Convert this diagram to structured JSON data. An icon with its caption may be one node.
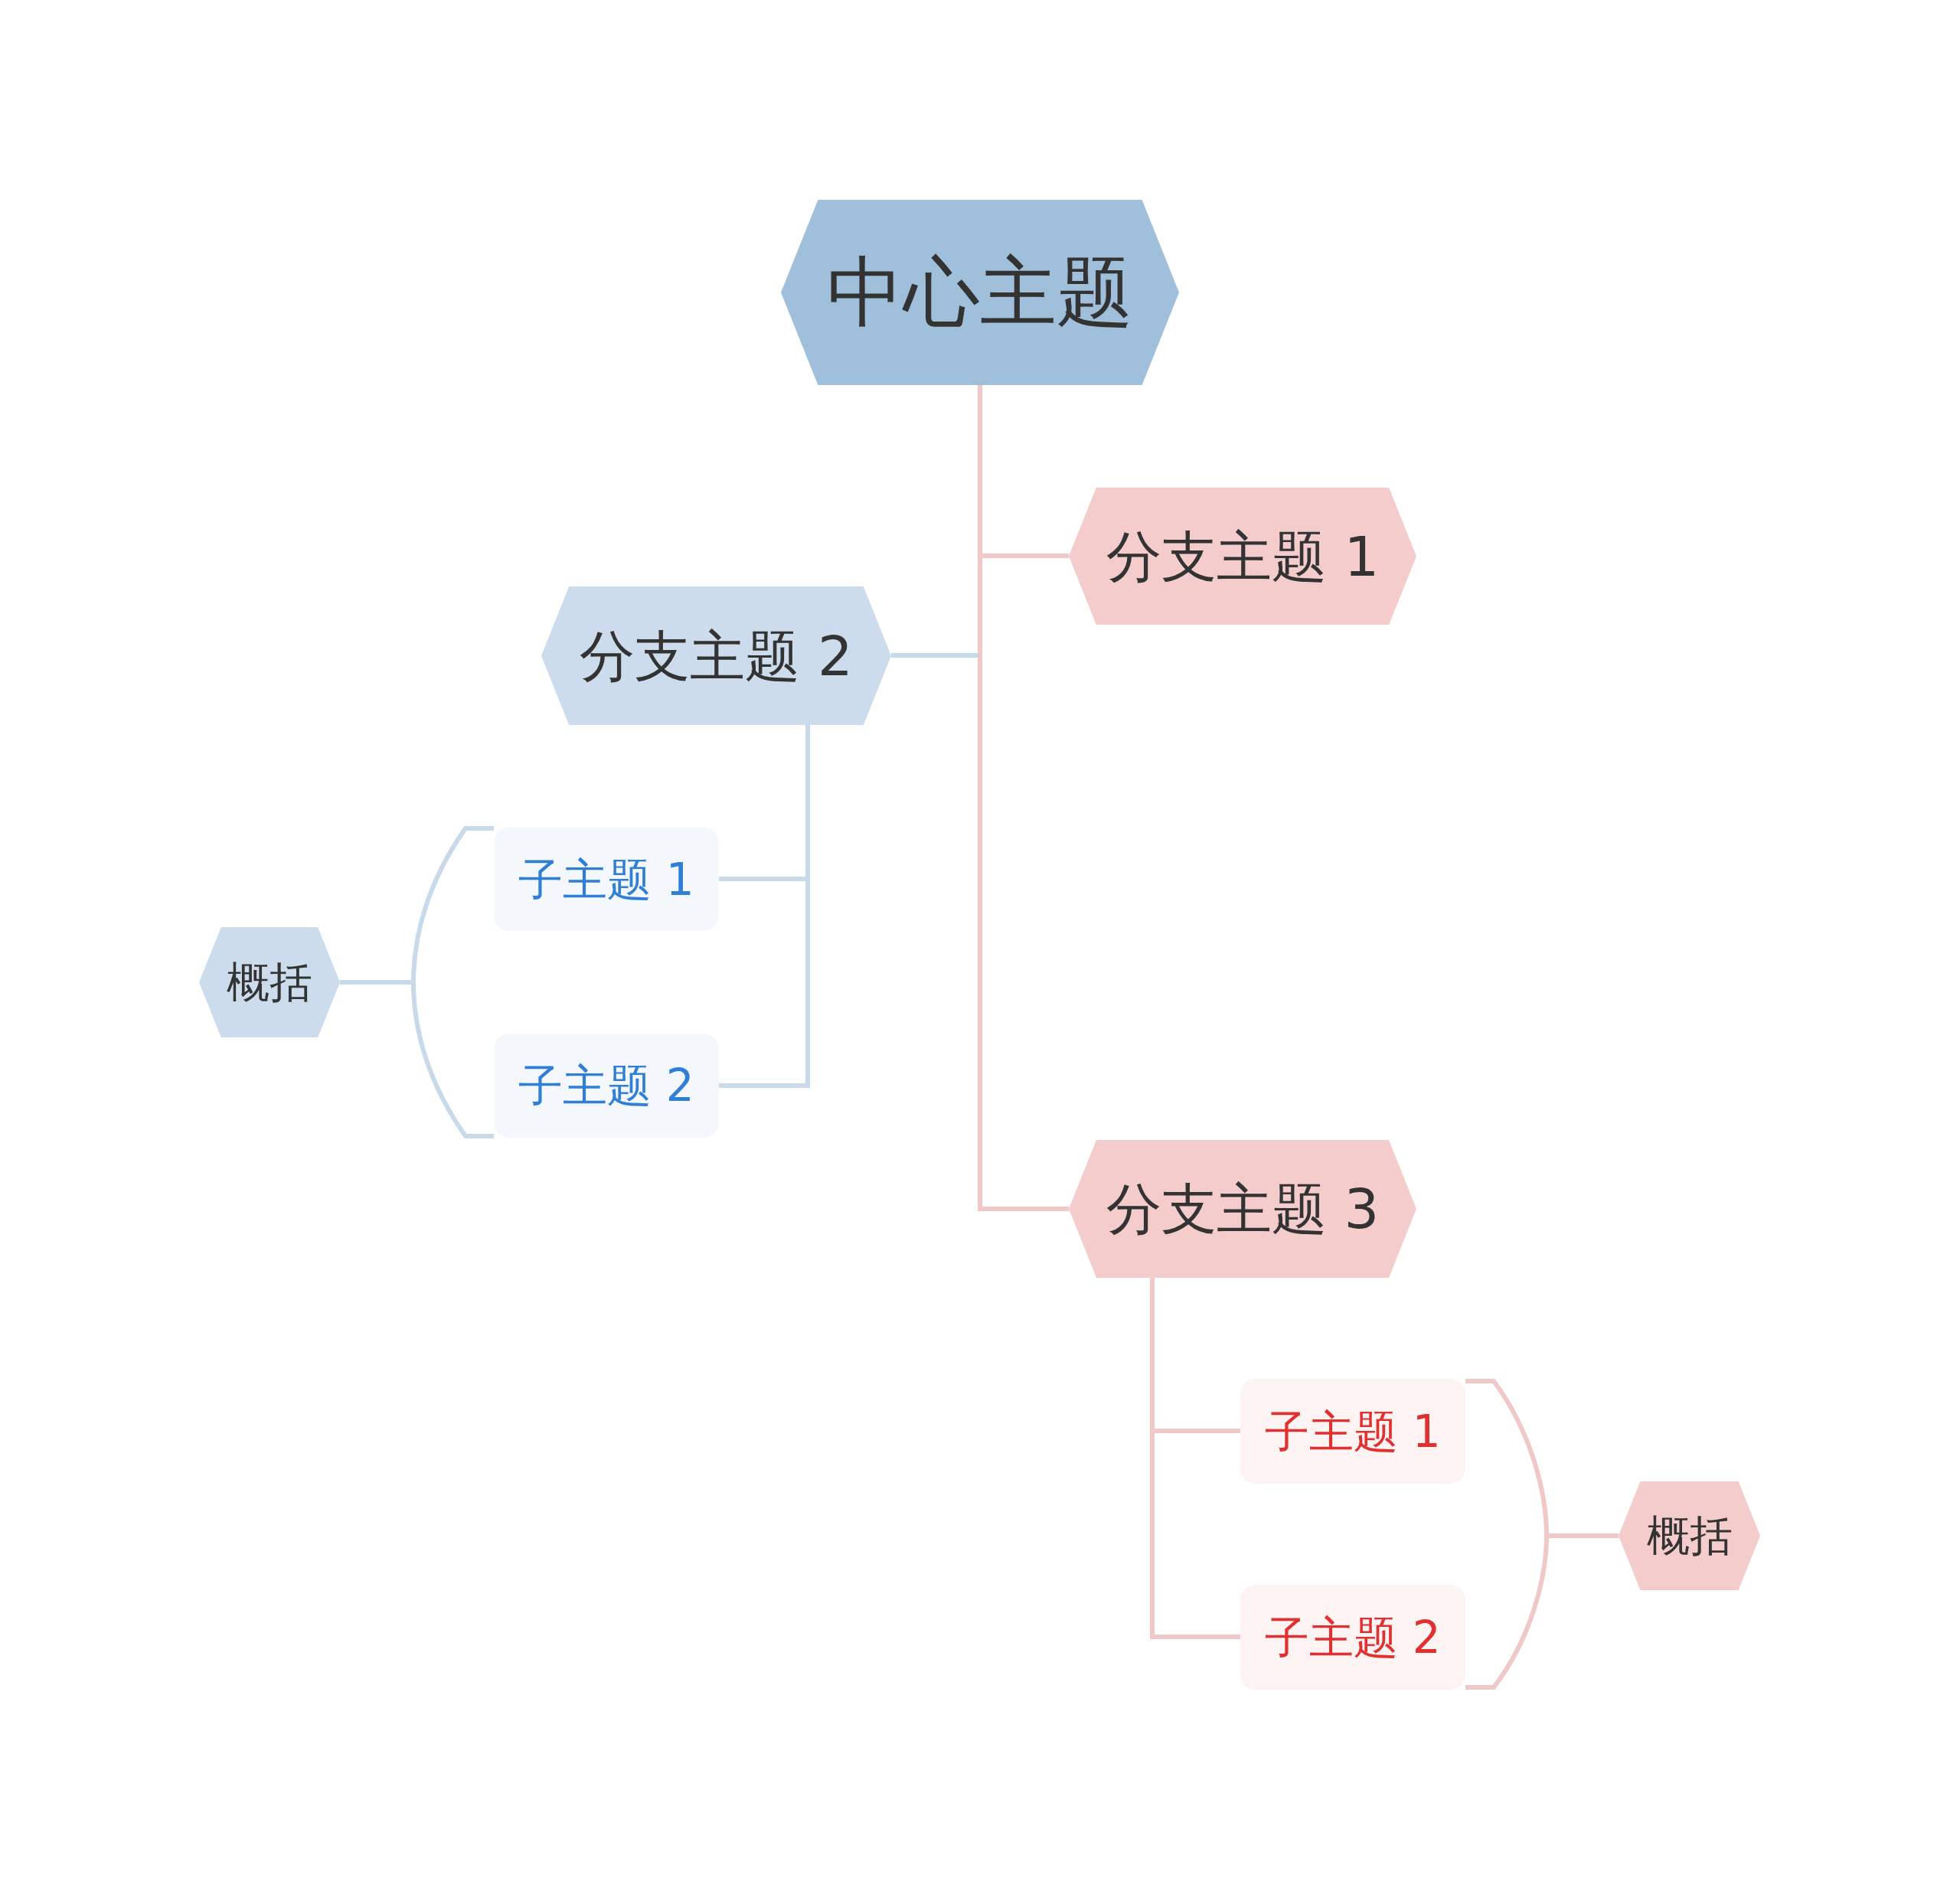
{
  "diagram": {
    "nodes": [
      {
        "text": [
          "中心主题"
        ]
      },
      {
        "text": [
          "分支主题 1"
        ]
      },
      {
        "text": [
          "分支主题 2"
        ]
      },
      {
        "text": [
          "子主题 1"
        ]
      },
      {
        "text": [
          "子主题 2"
        ]
      },
      {
        "text": [
          "概括"
        ]
      },
      {
        "text": [
          "分支主题 3"
        ]
      },
      {
        "text": [
          "子主题 1"
        ]
      },
      {
        "text": [
          "子主题 2"
        ]
      },
      {
        "text": [
          "概括"
        ]
      }
    ],
    "edges": [
      {
        "from": 0,
        "to": 1,
        "arrow": "none"
      },
      {
        "from": 0,
        "to": 2,
        "arrow": "none",
        "color": "#c8d9ea"
      },
      {
        "from": 0,
        "to": 6,
        "arrow": "none"
      },
      {
        "from": 2,
        "to": 3,
        "arrow": "none",
        "color": "#c8d9ea"
      },
      {
        "from": 2,
        "to": 4,
        "arrow": "none",
        "color": "#c8d9ea"
      },
      {
        "from": 3,
        "to": 5,
        "arrow": "none",
        "color": "#c8d9ea"
      },
      {
        "from": 4,
        "to": 5,
        "arrow": "none",
        "color": "#c8d9ea"
      },
      {
        "from": 6,
        "to": 7,
        "arrow": "none"
      },
      {
        "from": 6,
        "to": 8,
        "arrow": "none"
      },
      {
        "from": 7,
        "to": 9,
        "arrow": "none"
      },
      {
        "from": 8,
        "to": 9,
        "arrow": "none"
      }
    ]
  }
}
